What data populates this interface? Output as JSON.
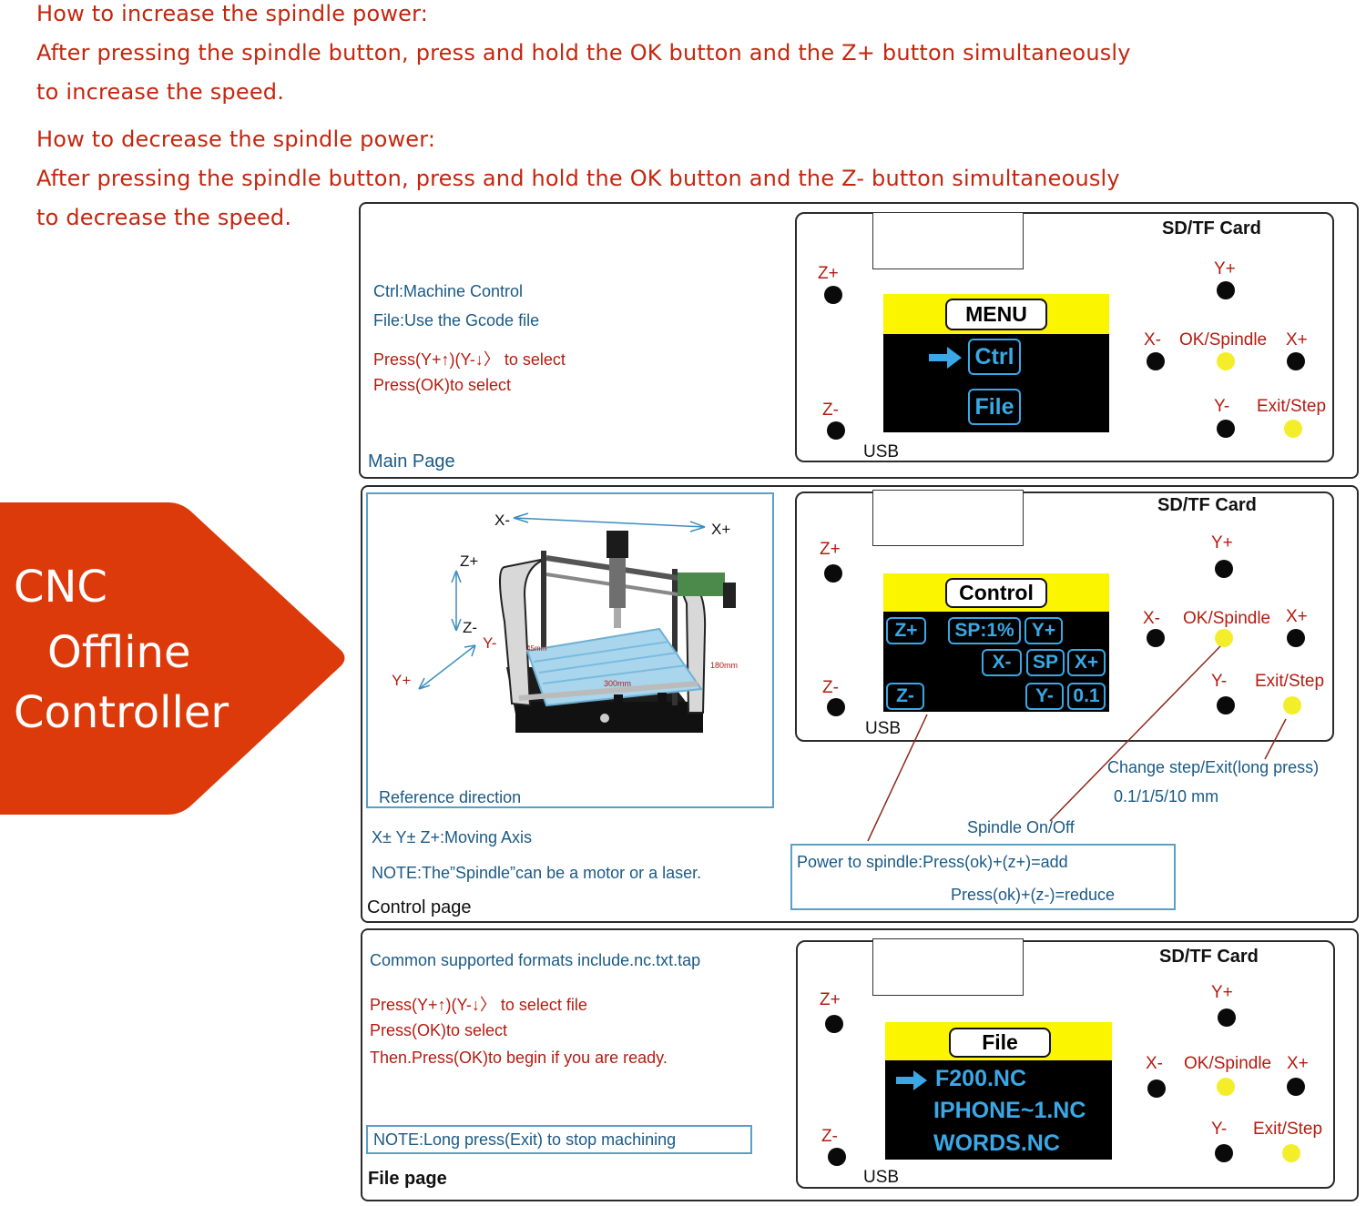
{
  "intro": {
    "increase_heading": "How to increase the spindle power:",
    "increase_line1": "After pressing the spindle button, press and hold the OK button and the Z+ button simultaneously",
    "increase_line2": "to increase the speed.",
    "decrease_heading": "How to decrease the spindle power:",
    "decrease_line1": "After pressing the spindle button, press and hold the OK button and the Z- button simultaneously",
    "decrease_line2": "to decrease the speed."
  },
  "badge": {
    "line1": "CNC",
    "line2": "Offline",
    "line3": "Controller",
    "color": "#dc3a0a"
  },
  "controller": {
    "sd_label": "SD/TF Card",
    "usb_label": "USB",
    "z_plus": "Z+",
    "z_minus": "Z-",
    "y_plus": "Y+",
    "y_minus": "Y-",
    "x_minus": "X-",
    "x_plus": "X+",
    "ok_spindle": "OK/Spindle",
    "exit_step": "Exit/Step"
  },
  "main_page": {
    "line1": "Ctrl:Machine Control",
    "line2": "File:Use the Gcode file",
    "line3": "Press(Y+↑)(Y-↓〉 to select",
    "line4": "Press(OK)to select",
    "page_label": "Main Page",
    "screen_title": "MENU",
    "items": [
      "Ctrl",
      "File"
    ]
  },
  "control_page": {
    "axis_x_minus": "X-",
    "axis_x_plus": "X+",
    "axis_z_plus": "Z+",
    "axis_z_minus": "Z-",
    "axis_y_minus": "Y-",
    "axis_y_plus": "Y+",
    "dim_300": "300mm",
    "dim_180": "180mm",
    "dim_45": "45mm",
    "ref_direction": "Reference direction",
    "moving_axis": "X± Y± Z+:Moving Axis",
    "note": "NOTE:The”Spindle”can be a motor or a laser.",
    "page_label": "Control page",
    "screen_title": "Control",
    "screen_buttons": {
      "zp": "Z+",
      "sp_pct": "SP:1%",
      "yp": "Y+",
      "xm": "X-",
      "sp": "SP",
      "xp": "X+",
      "zm": "Z-",
      "ym": "Y-",
      "step": "0.1"
    },
    "change_step": "Change step/Exit(long press)",
    "step_values": "0.1/1/5/10 mm",
    "spindle_onoff": "Spindle On/Off",
    "power_line1": "Power to spindle:Press(ok)+(z+)=add",
    "power_line2": "Press(ok)+(z-)=reduce"
  },
  "file_page": {
    "line1": "Common supported formats include.nc.txt.tap",
    "line2": "Press(Y+↑)(Y-↓〉 to select file",
    "line3": "Press(OK)to select",
    "line4": "Then.Press(OK)to begin if you are ready.",
    "note": "NOTE:Long press(Exit) to stop machining",
    "page_label": "File page",
    "screen_title": "File",
    "files": [
      "F200.NC",
      "IPHONE~1.NC",
      "WORDS.NC"
    ]
  }
}
